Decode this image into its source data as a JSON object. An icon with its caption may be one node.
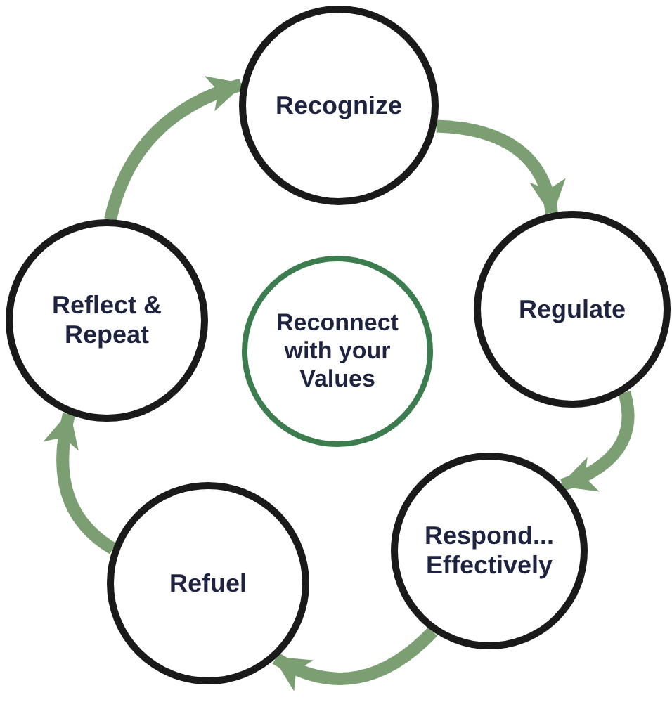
{
  "diagram": {
    "nodes": [
      {
        "text": [
          "Recognize"
        ]
      },
      {
        "text": [
          "Regulate"
        ]
      },
      {
        "text": [
          "Respond... Effectively"
        ]
      },
      {
        "text": [
          "Refuel"
        ]
      },
      {
        "text": [
          "Reflect & Repeat"
        ]
      },
      {
        "text": [
          "Reconnect with your Values"
        ]
      }
    ],
    "edges": [
      {
        "from": 0,
        "to": 1,
        "arrow": "to"
      },
      {
        "from": 1,
        "to": 2,
        "arrow": "to"
      },
      {
        "from": 2,
        "to": 3,
        "arrow": "to"
      },
      {
        "from": 3,
        "to": 4,
        "arrow": "to"
      },
      {
        "from": 4,
        "to": 0,
        "arrow": "to"
      }
    ]
  }
}
